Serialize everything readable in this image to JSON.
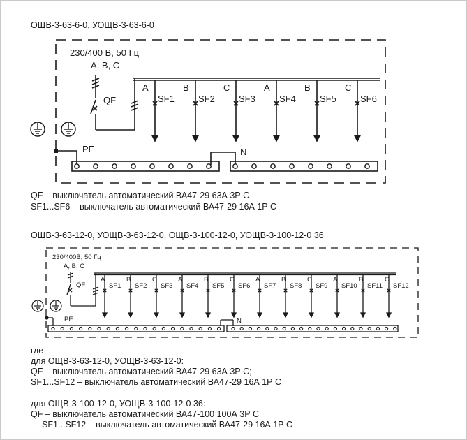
{
  "diagram1": {
    "title": "ОЩВ-3-63-6-0, УОЩВ-3-63-6-0",
    "voltage": "230/400 В, 50 Гц",
    "phases_label": "A, B, C",
    "main_breaker": "QF",
    "pe_label": "PE",
    "n_label": "N",
    "breakers": [
      {
        "phase": "A",
        "name": "SF1"
      },
      {
        "phase": "B",
        "name": "SF2"
      },
      {
        "phase": "C",
        "name": "SF3"
      },
      {
        "phase": "A",
        "name": "SF4"
      },
      {
        "phase": "B",
        "name": "SF5"
      },
      {
        "phase": "C",
        "name": "SF6"
      }
    ],
    "legend": [
      "QF – выключатель автоматический ВА47-29 63А 3Р С",
      "SF1...SF6 – выключатель автоматический ВА47-29 16А 1Р С"
    ]
  },
  "diagram2": {
    "title": "ОЩВ-3-63-12-0, УОЩВ-3-63-12-0, ОЩВ-3-100-12-0, УОЩВ-3-100-12-0 36",
    "voltage": "230/400В, 50 Гц",
    "phases_label": "A, B, C",
    "main_breaker": "QF",
    "pe_label": "PE",
    "n_label": "N",
    "breakers": [
      {
        "phase": "A",
        "name": "SF1"
      },
      {
        "phase": "B",
        "name": "SF2"
      },
      {
        "phase": "C",
        "name": "SF3"
      },
      {
        "phase": "A",
        "name": "SF4"
      },
      {
        "phase": "B",
        "name": "SF5"
      },
      {
        "phase": "C",
        "name": "SF6"
      },
      {
        "phase": "A",
        "name": "SF7"
      },
      {
        "phase": "B",
        "name": "SF8"
      },
      {
        "phase": "C",
        "name": "SF9"
      },
      {
        "phase": "A",
        "name": "SF10"
      },
      {
        "phase": "B",
        "name": "SF11"
      },
      {
        "phase": "C",
        "name": "SF12"
      }
    ]
  },
  "notes": {
    "where": "где",
    "group1_title": "для ОЩВ-3-63-12-0, УОЩВ-3-63-12-0:",
    "group1_lines": [
      "QF – выключатель автоматический ВА47-29 63А 3Р С;",
      "SF1...SF12 – выключатель автоматический ВА47-29 16А 1Р С"
    ],
    "group2_title": "для ОЩВ-3-100-12-0, УОЩВ-3-100-12-0 36:",
    "group2_lines": [
      "QF – выключатель автоматический ВА47-100 100А 3Р С",
      "SF1...SF12 – выключатель автоматический ВА47-29 16А 1Р С"
    ]
  }
}
